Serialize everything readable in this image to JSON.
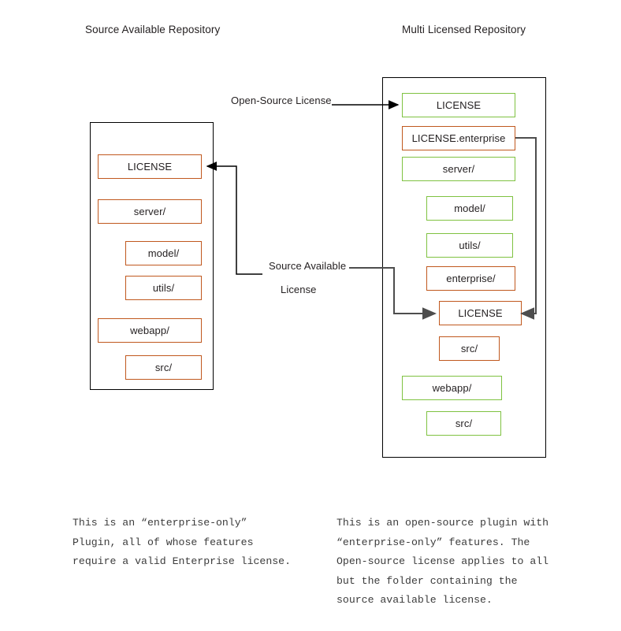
{
  "titles": {
    "left": "Source Available Repository",
    "right": "Multi Licensed Repository"
  },
  "labels": {
    "open_source_license": "Open-Source License",
    "source_available_line1": "Source Available",
    "source_available_line2": "License"
  },
  "colors": {
    "orange": "#c0581e",
    "green": "#7fc241",
    "outline": "#000000",
    "text": "#231f20",
    "note_text": "#3c3c3c",
    "gray_connector": "#808080"
  },
  "left_repo": {
    "items": [
      {
        "label": "LICENSE",
        "color": "orange",
        "indent": 0
      },
      {
        "label": "server/",
        "color": "orange",
        "indent": 0
      },
      {
        "label": "model/",
        "color": "orange",
        "indent": 1
      },
      {
        "label": "utils/",
        "color": "orange",
        "indent": 1
      },
      {
        "label": "webapp/",
        "color": "orange",
        "indent": 0
      },
      {
        "label": "src/",
        "color": "orange",
        "indent": 1
      }
    ]
  },
  "right_repo": {
    "items": [
      {
        "label": "LICENSE",
        "color": "green",
        "indent": 0
      },
      {
        "label": "LICENSE.enterprise",
        "color": "orange",
        "indent": 0
      },
      {
        "label": "server/",
        "color": "green",
        "indent": 0
      },
      {
        "label": "model/",
        "color": "green",
        "indent": 1
      },
      {
        "label": "utils/",
        "color": "green",
        "indent": 1
      },
      {
        "label": "enterprise/",
        "color": "orange",
        "indent": 1
      },
      {
        "label": "LICENSE",
        "color": "orange",
        "indent": 2
      },
      {
        "label": "src/",
        "color": "orange",
        "indent": 2
      },
      {
        "label": "webapp/",
        "color": "green",
        "indent": 0
      },
      {
        "label": "src/",
        "color": "green",
        "indent": 1
      }
    ]
  },
  "notes": {
    "left": "This is an “enterprise-only”\nPlugin, all of whose features\nrequire a valid Enterprise license.",
    "right": "This is an open-source plugin with\n“enterprise-only” features. The\nOpen-source license applies to all\nbut the folder containing the\nsource available license."
  }
}
